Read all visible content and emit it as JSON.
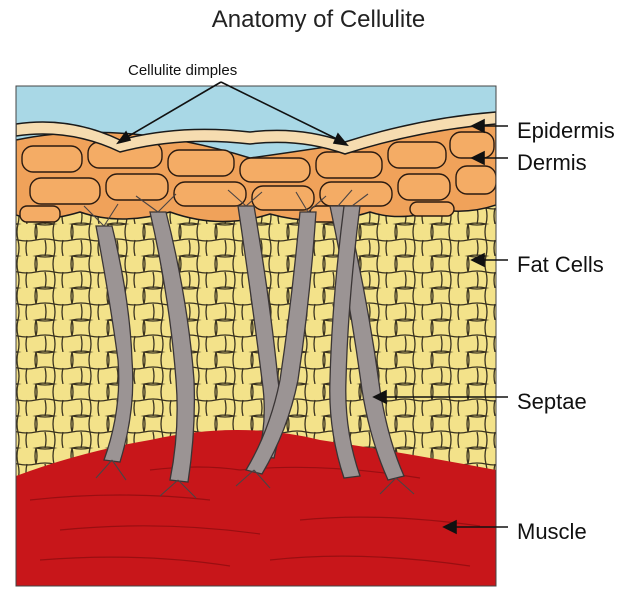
{
  "title": "Anatomy of Cellulite",
  "labels": {
    "dimples": "Cellulite dimples",
    "epidermis": "Epidermis",
    "dermis": "Dermis",
    "fat_cells": "Fat Cells",
    "septae": "Septae",
    "muscle": "Muscle"
  },
  "colors": {
    "sky": "#a9d8e6",
    "epidermis": "#f6dcb0",
    "dermis": "#f0a25a",
    "fat": "#f3e28a",
    "septae": "#9b9494",
    "muscle": "#c8161a",
    "outline": "#1a1a1a"
  }
}
